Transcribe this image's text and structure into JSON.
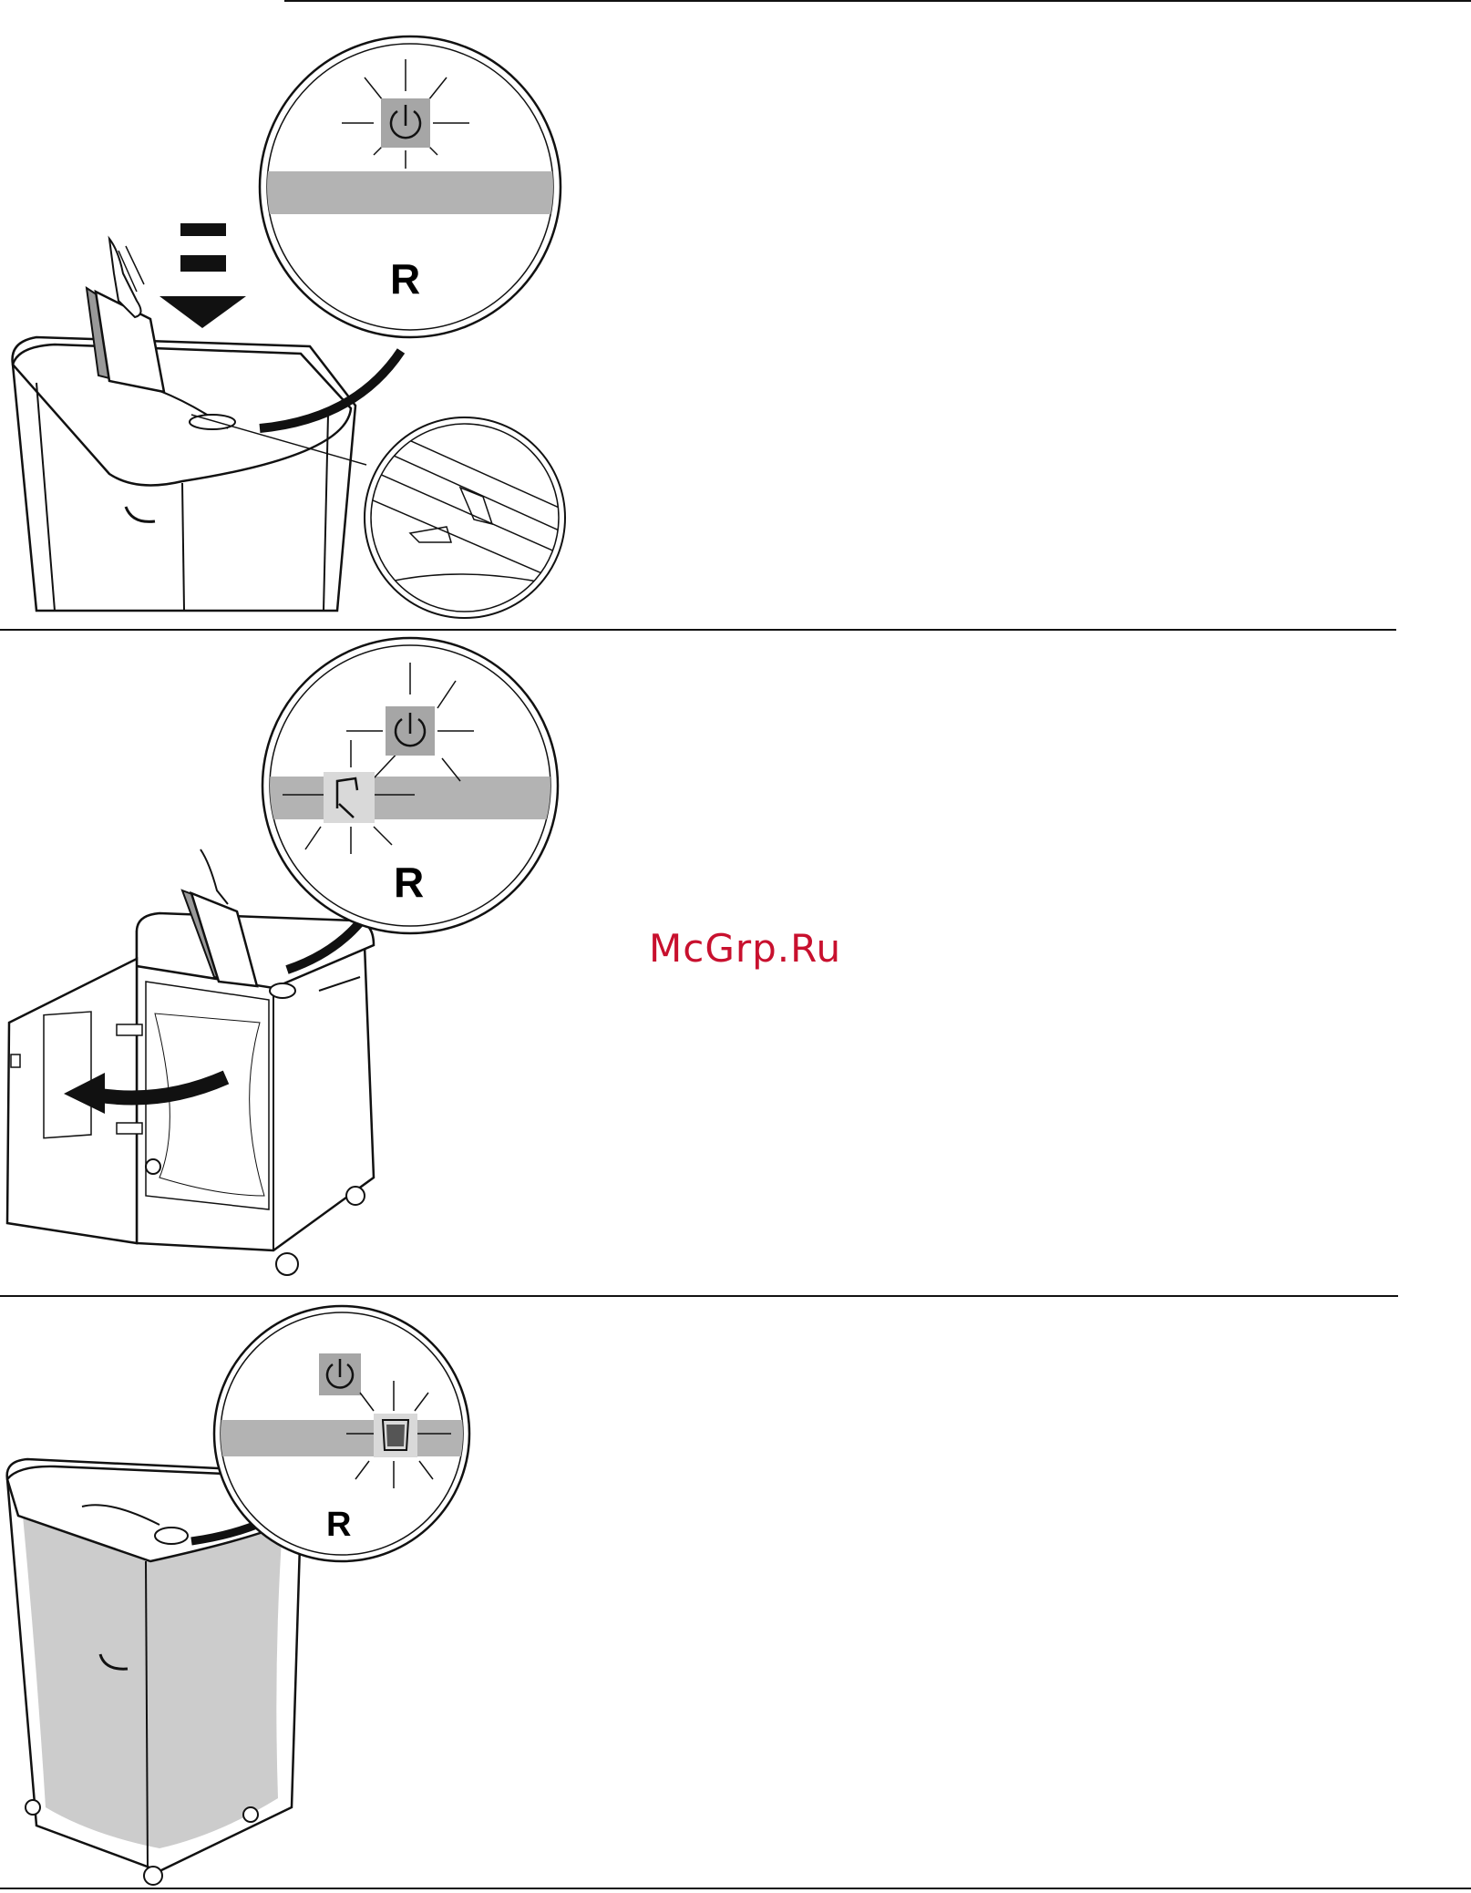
{
  "watermark": {
    "text": "McGrp.Ru",
    "color": "#c8102e"
  },
  "panels": [
    {
      "id": "insert-paper",
      "reset_label": "R",
      "indicators": [
        "power-icon"
      ]
    },
    {
      "id": "door-open",
      "reset_label": "R",
      "indicators": [
        "power-icon",
        "door-open-icon"
      ]
    },
    {
      "id": "bin-full",
      "reset_label": "R",
      "indicators": [
        "power-icon",
        "bin-full-icon"
      ]
    }
  ],
  "colors": {
    "indicator_bar": "#b3b3b3",
    "indicator_lit": "#a6a6a6",
    "indicator_lit_light": "#d9d9d9",
    "bin_fill": "#cccccc"
  }
}
